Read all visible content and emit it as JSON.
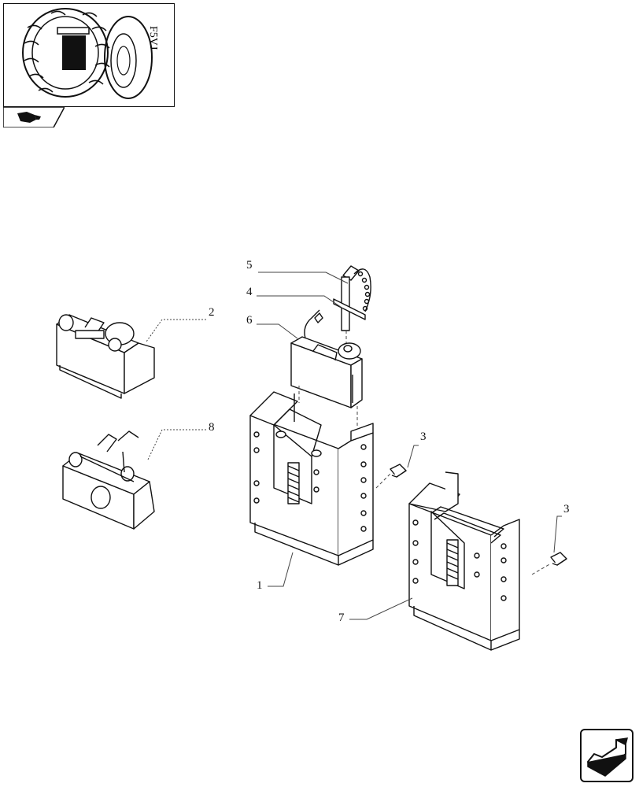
{
  "diagram": {
    "callouts": [
      {
        "id": "c1",
        "text": "1"
      },
      {
        "id": "c2",
        "text": "2"
      },
      {
        "id": "c3a",
        "text": "3"
      },
      {
        "id": "c3b",
        "text": "3"
      },
      {
        "id": "c4",
        "text": "4"
      },
      {
        "id": "c5",
        "text": "5"
      },
      {
        "id": "c6",
        "text": "6"
      },
      {
        "id": "c7",
        "text": "7"
      },
      {
        "id": "c8",
        "text": "8"
      }
    ],
    "thumbnail_label": "F5VJ"
  },
  "icons": {
    "thumbnail": "tractor-rear-wheel-thumbnail",
    "tab": "hand-pointer-icon",
    "nav": "next-page-arrow-icon"
  },
  "colors": {
    "ink": "#111111",
    "leader": "#444444"
  }
}
